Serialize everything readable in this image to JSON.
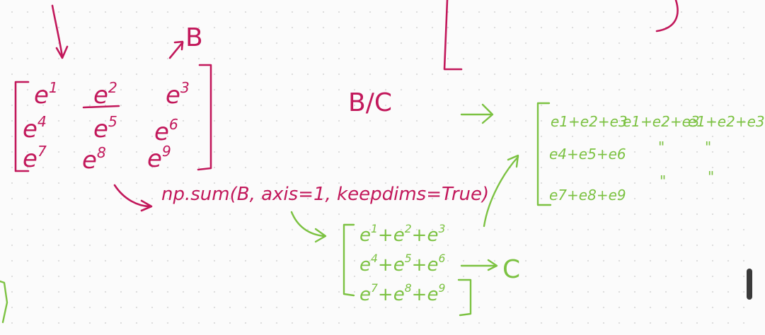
{
  "colors": {
    "magenta_ink": "#c2185b",
    "green_ink": "#7cc242",
    "background": "#fbfbfb"
  },
  "labels": {
    "matrix_B": "B",
    "matrix_C": "C",
    "b_over_c": "B/C",
    "numpy_call": "np.sum(B, axis=1, keepdims=True)"
  },
  "matrix_B": {
    "rows": [
      [
        {
          "base": "e",
          "exp": "1"
        },
        {
          "base": "e",
          "exp": "2"
        },
        {
          "base": "e",
          "exp": "3"
        }
      ],
      [
        {
          "base": "e",
          "exp": "4"
        },
        {
          "base": "e",
          "exp": "5"
        },
        {
          "base": "e",
          "exp": "6"
        }
      ],
      [
        {
          "base": "e",
          "exp": "7"
        },
        {
          "base": "e",
          "exp": "8"
        },
        {
          "base": "e",
          "exp": "9"
        }
      ]
    ]
  },
  "matrix_C": {
    "rows": [
      [
        {
          "base": "e",
          "exp": "1"
        },
        {
          "op": "+"
        },
        {
          "base": "e",
          "exp": "2"
        },
        {
          "op": "+"
        },
        {
          "base": "e",
          "exp": "3"
        }
      ],
      [
        {
          "base": "e",
          "exp": "4"
        },
        {
          "op": "+"
        },
        {
          "base": "e",
          "exp": "5"
        },
        {
          "op": "+"
        },
        {
          "base": "e",
          "exp": "6"
        }
      ],
      [
        {
          "base": "e",
          "exp": "7"
        },
        {
          "op": "+"
        },
        {
          "base": "e",
          "exp": "8"
        },
        {
          "op": "+"
        },
        {
          "base": "e",
          "exp": "9"
        }
      ]
    ]
  },
  "matrix_result": {
    "row1": [
      "e1+e2+e3",
      "e1+e2+e3",
      "e1+e2+e3"
    ],
    "row2": [
      "e4+e5+e6",
      "\"",
      "\""
    ],
    "row3": [
      "e7+e8+e9",
      "\"",
      "\""
    ]
  }
}
